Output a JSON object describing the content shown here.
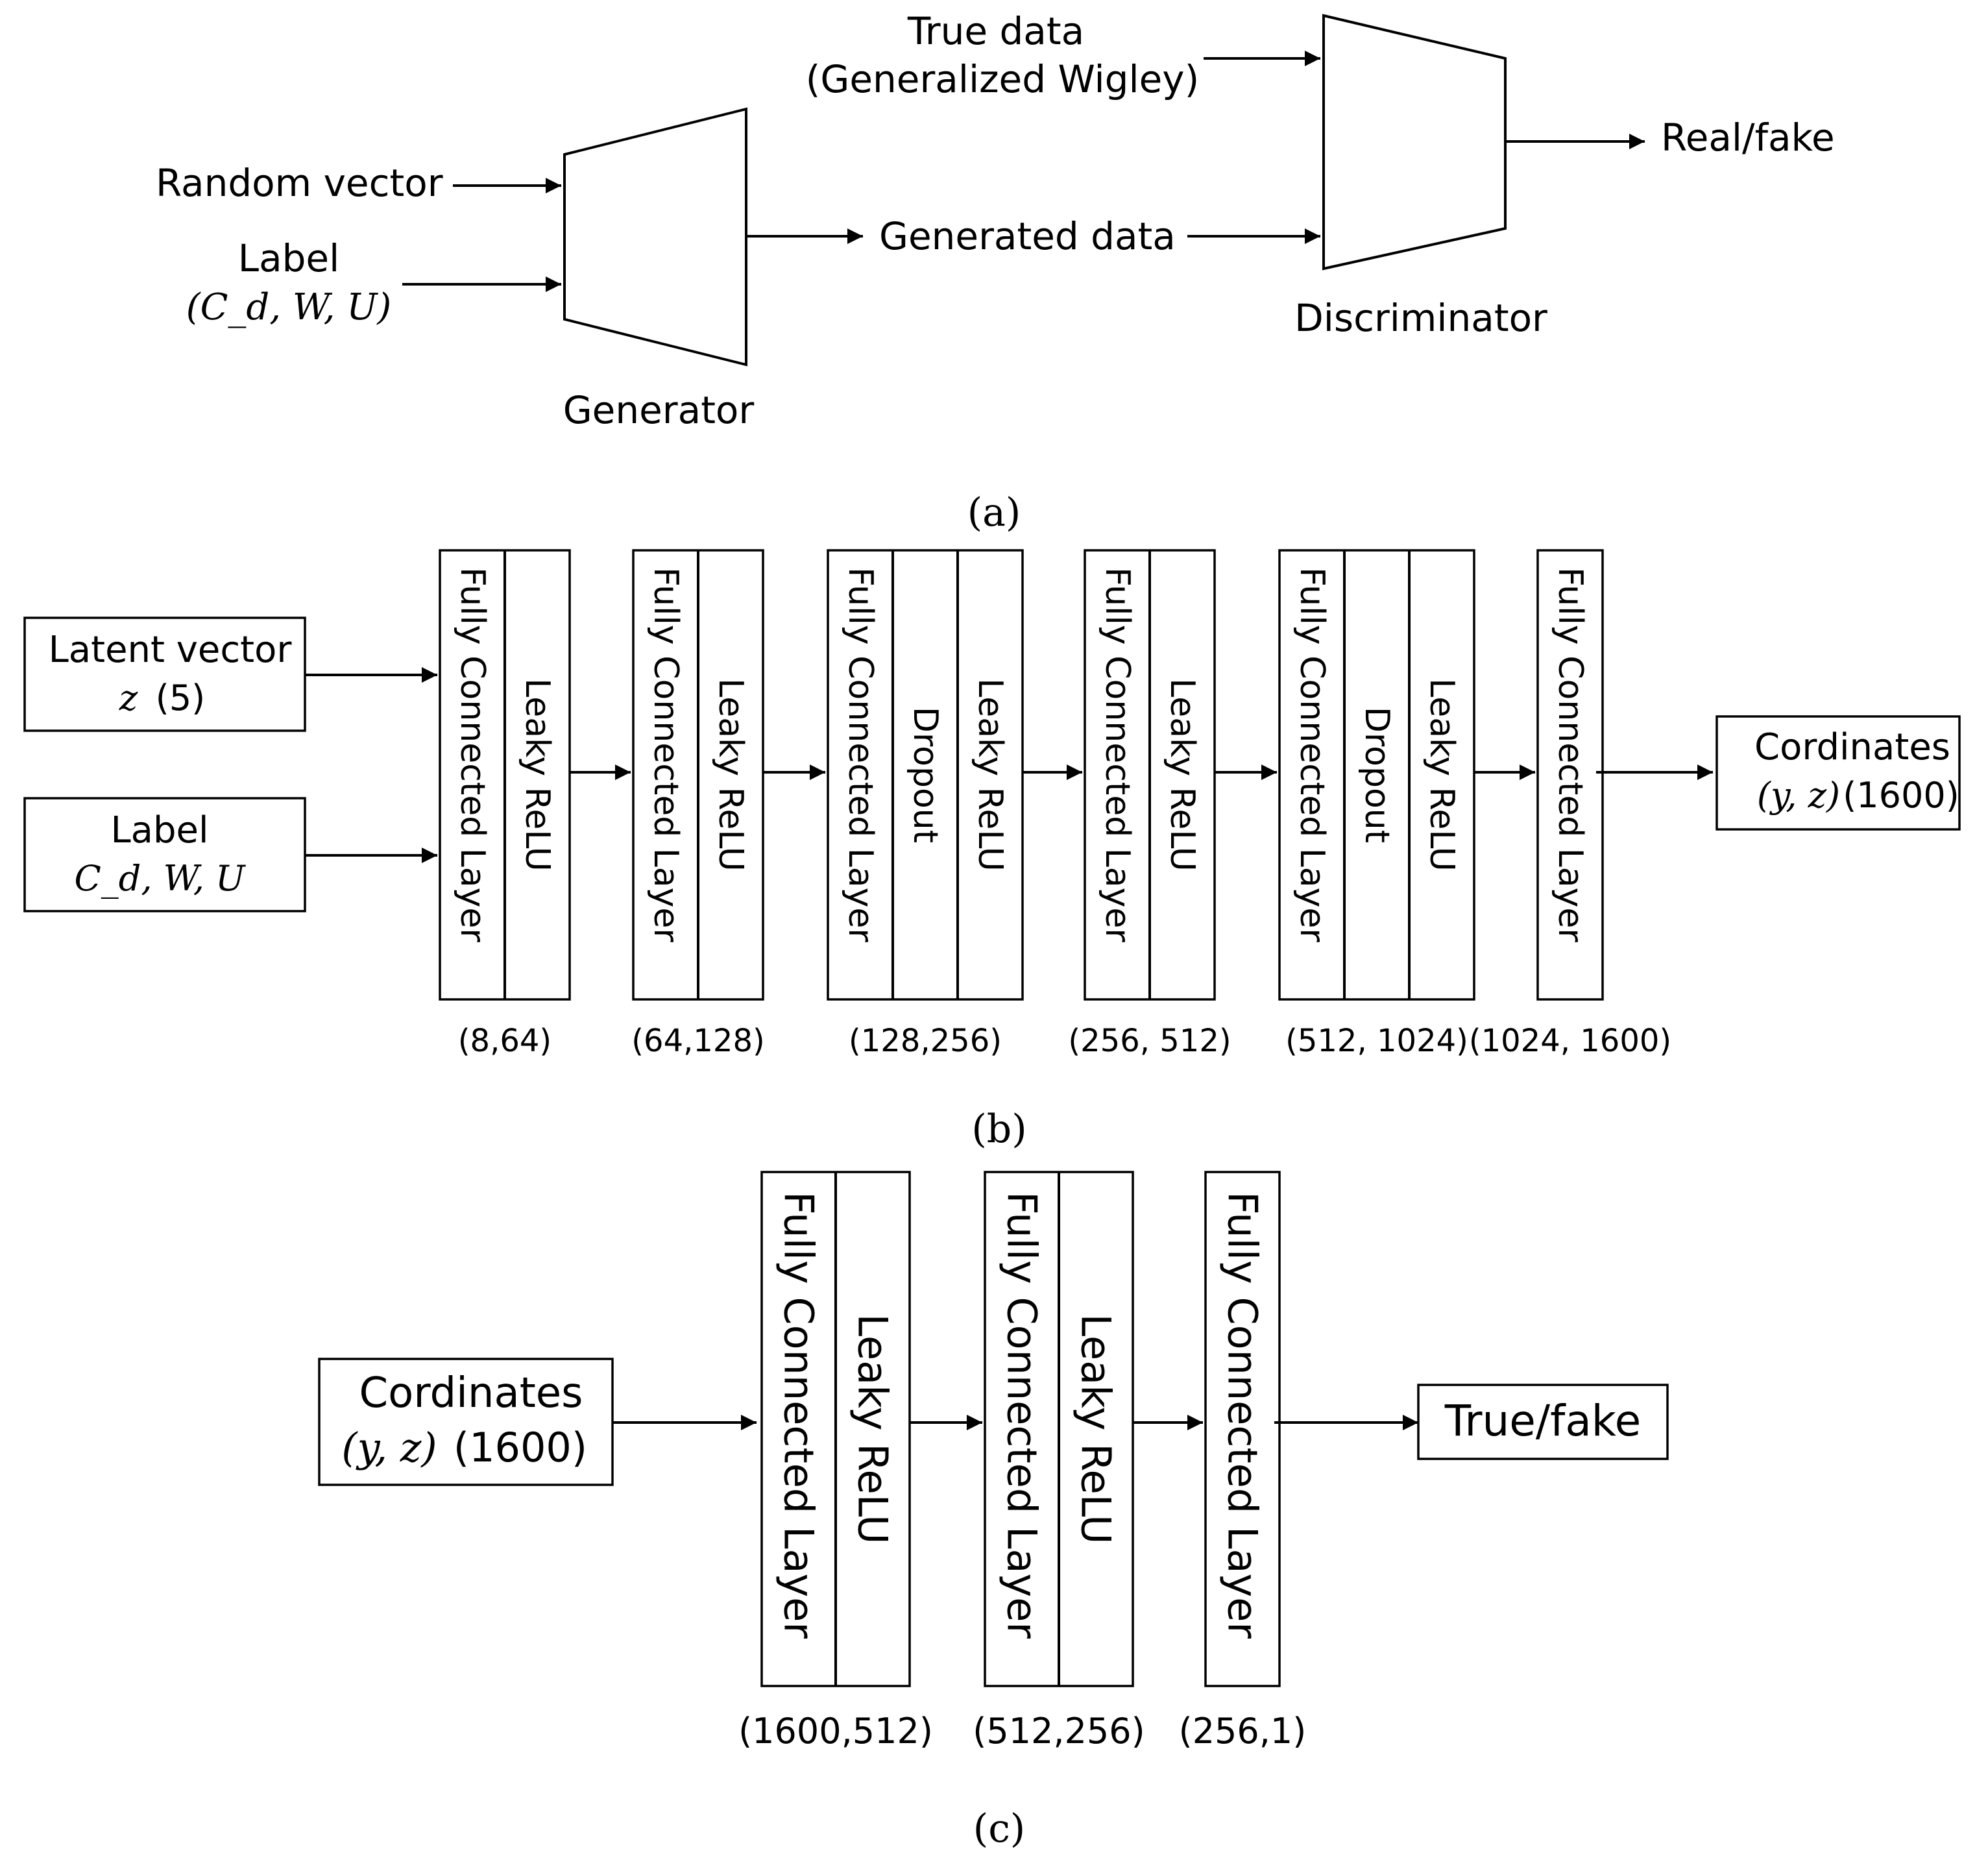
{
  "panel_a": {
    "random_vector": "Random vector",
    "label_title": "Label",
    "label_params": "(C_d, W, U)",
    "generator": "Generator",
    "generated_data": "Generated data",
    "true_data_line1": "True data",
    "true_data_line2": "(Generalized Wigley)",
    "discriminator": "Discriminator",
    "real_fake": "Real/fake",
    "caption": "(a)"
  },
  "panel_b": {
    "latent_line1": "Latent vector",
    "latent_var": "z",
    "latent_dim": "(5)",
    "label_title": "Label",
    "label_params": "C_d, W, U",
    "output_line1": "Cordinates",
    "output_vars": "(y, z)",
    "output_dim": "(1600)",
    "layers": [
      {
        "ops": [
          "Fully Connected Layer",
          "Leaky ReLU"
        ],
        "dims": "(8,64)"
      },
      {
        "ops": [
          "Fully Connected Layer",
          "Leaky ReLU"
        ],
        "dims": "(64,128)"
      },
      {
        "ops": [
          "Fully Connected Layer",
          "Dropout",
          "Leaky ReLU"
        ],
        "dims": "(128,256)"
      },
      {
        "ops": [
          "Fully Connected Layer",
          "Leaky ReLU"
        ],
        "dims": "(256, 512)"
      },
      {
        "ops": [
          "Fully Connected Layer",
          "Dropout",
          "Leaky ReLU"
        ],
        "dims": "(512, 1024)"
      },
      {
        "ops": [
          "Fully Connected Layer"
        ],
        "dims": "(1024, 1600)"
      }
    ],
    "caption": "(b)"
  },
  "panel_c": {
    "input_line1": "Cordinates",
    "input_vars": "(y, z)",
    "input_dim": "(1600)",
    "output": "True/fake",
    "layers": [
      {
        "ops": [
          "Fully Connected Layer",
          "Leaky ReLU"
        ],
        "dims": "(1600,512)"
      },
      {
        "ops": [
          "Fully Connected Layer",
          "Leaky ReLU"
        ],
        "dims": "(512,256)"
      },
      {
        "ops": [
          "Fully Connected Layer"
        ],
        "dims": "(256,1)"
      }
    ],
    "caption": "(c)"
  }
}
